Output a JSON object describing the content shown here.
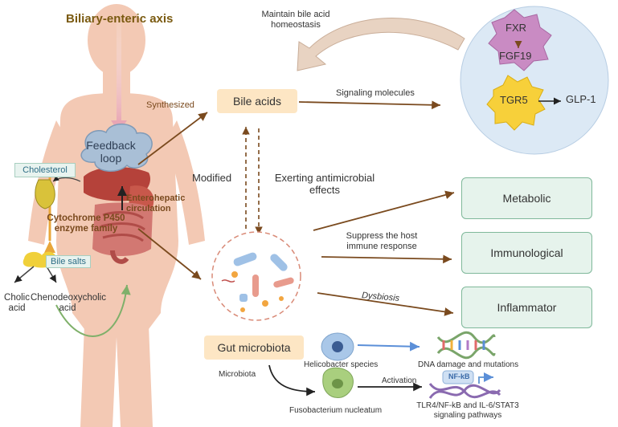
{
  "title": "Biliary-enteric axis",
  "labels": {
    "maintain": "Maintain bile acid\nhomeostasis",
    "synthesized": "Synthesized",
    "bile_acids": "Bile acids",
    "signaling": "Signaling molecules",
    "feedback": "Feedback\nloop",
    "cholesterol": "Cholesterol",
    "enterohepatic": "Enterohepatic\ncirculation",
    "cyp": "Cytochrome P450\nenzyme family",
    "bile_salts": "Bile salts",
    "cholic": "Cholic\nacid",
    "cdca": "Chenodeoxycholic\nacid",
    "modified": "Modified",
    "exerting": "Exerting antimicrobial\neffects",
    "suppress": "Suppress the host\nimmune response",
    "dysbiosis": "Dysbiosis",
    "gut_microbiota": "Gut microbiota",
    "helicobacter": "Helicobacter species",
    "dna": "DNA damage and mutations",
    "microbiota": "Microbiota",
    "activation": "Activation",
    "fuso": "Fusobacterium nucleatum",
    "nfkb": "NF-kB",
    "pathways": "TLR4/NF-kB and IL-6/STAT3\nsignaling pathways",
    "fxr": "FXR",
    "fgf19": "FGF19",
    "tgr5": "TGR5",
    "glp1": "GLP-1"
  },
  "outcomes": [
    "Metabolic",
    "Immunological",
    "Inflammator"
  ],
  "colors": {
    "brown": "#7a4a1e",
    "title": "#7a5a10",
    "tan_box": "#fde6c4",
    "green_box": "#e6f3ec",
    "green_border": "#7fb89a",
    "skin": "#f3c9b4",
    "circle": "#dce9f5",
    "fxr": "#c98bc3",
    "tgr5": "#f7d03a"
  }
}
